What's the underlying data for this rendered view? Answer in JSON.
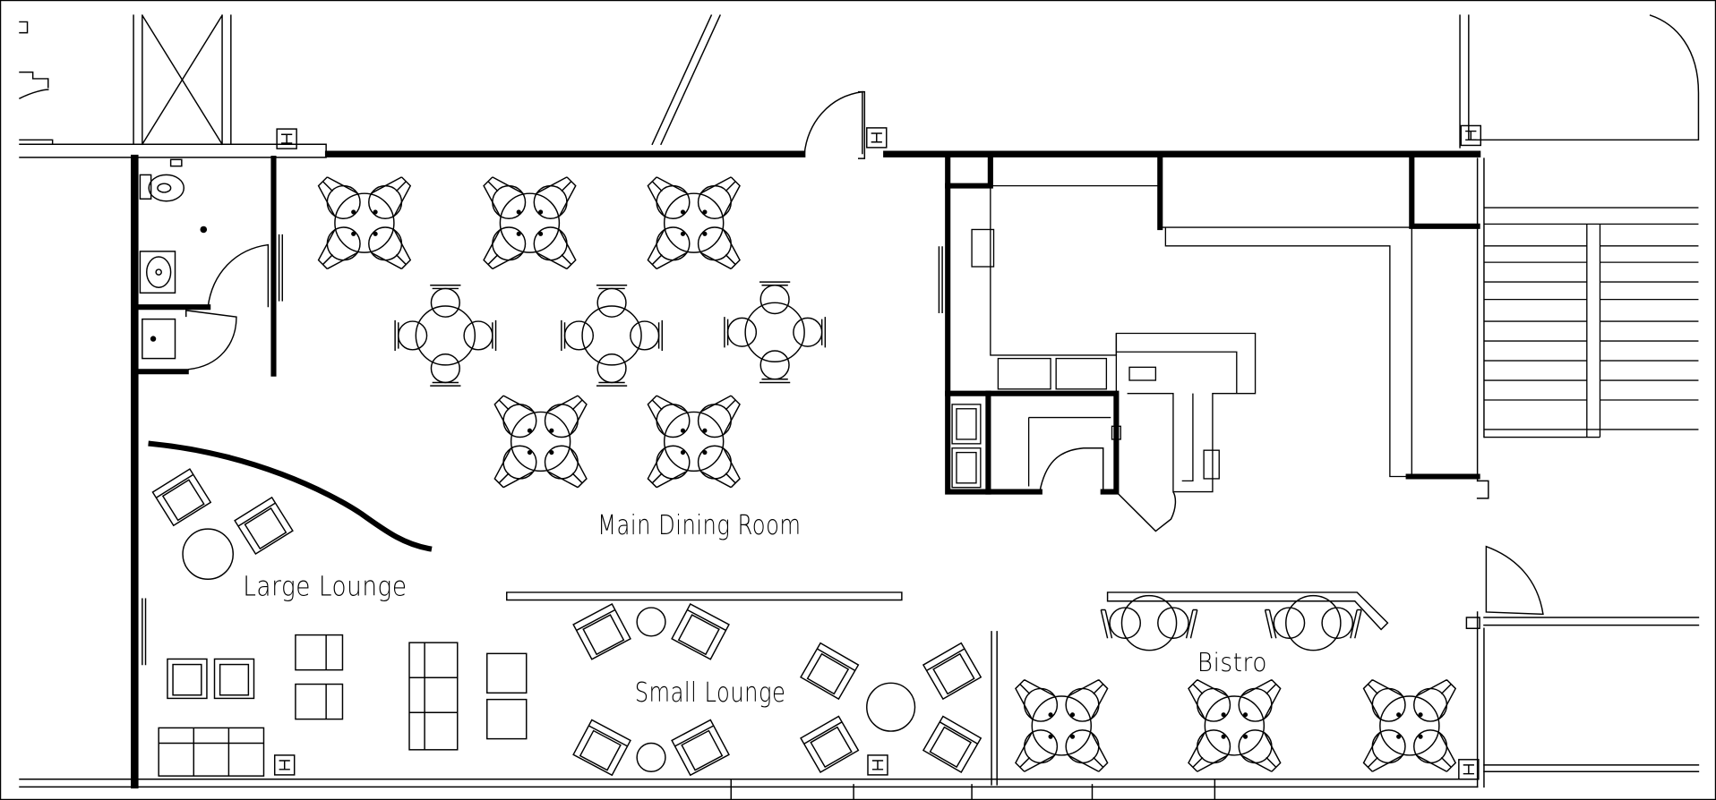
{
  "plan": {
    "rooms": {
      "main_dining": "Main Dining Room",
      "large_lounge": "Large Lounge",
      "small_lounge": "Small Lounge",
      "bistro": "Bistro"
    },
    "colors": {
      "line": "#000000",
      "background": "#ffffff"
    },
    "symbols": [
      "table-with-chairs",
      "lounge-chair",
      "sofa",
      "toilet",
      "sink",
      "door",
      "stair",
      "thermostat"
    ]
  }
}
